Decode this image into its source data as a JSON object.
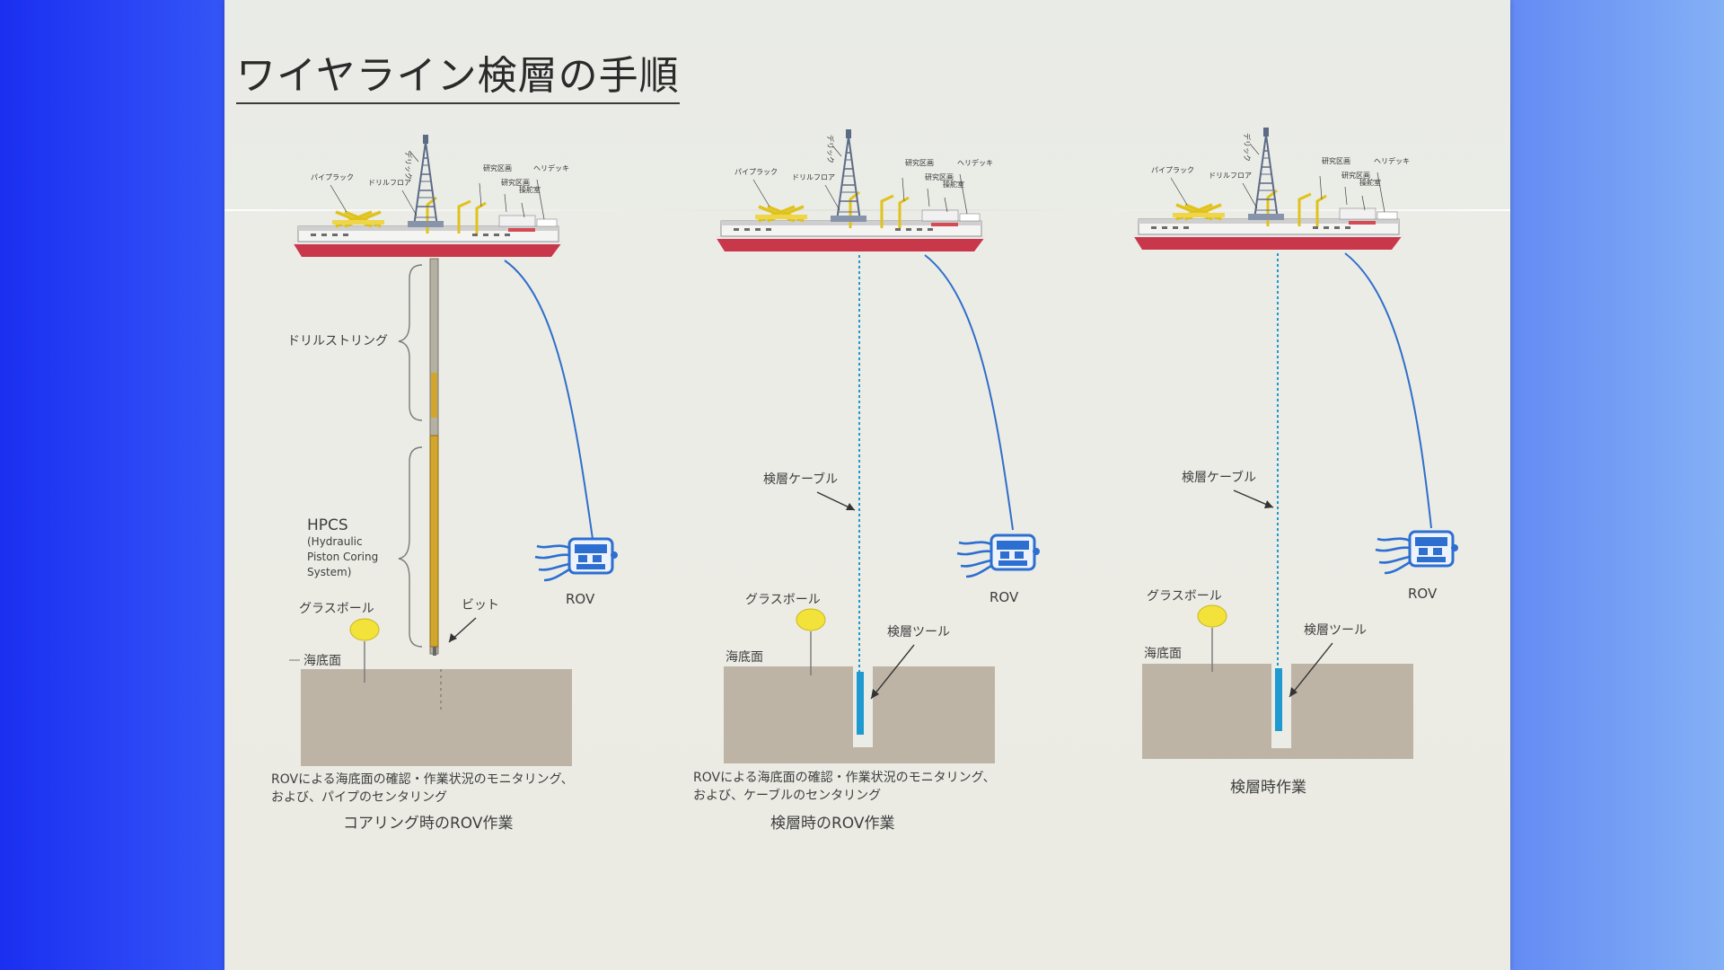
{
  "title": "ワイヤライン検層の手順",
  "colors": {
    "hull": "#c8384a",
    "seabed": "#bdb4a6",
    "logging_tool": "#1e9ad0",
    "glass_ball": "#f2e23a",
    "rov_cable": "#2f6fc9",
    "rov_body": "#2c6fd0",
    "drill_string_hpcs": "#d2a52c"
  },
  "ship_labels": {
    "derrick": "デリック",
    "pipe_rack": "パイプラック",
    "drill_floor": "ドリルフロア",
    "lab1": "研究区画",
    "lab2": "研究区画",
    "helideck": "ヘリデッキ",
    "bridge": "操舵室"
  },
  "panels": [
    {
      "rov": "ROV",
      "glass_ball": "グラスボール",
      "seafloor": "海底面",
      "drill_string": "ドリルストリング",
      "hpcs": "HPCS",
      "hpcs_desc": [
        "(Hydraulic",
        "Piston Coring",
        "System)"
      ],
      "bit": "ビット",
      "desc": [
        "ROVによる海底面の確認・作業状況のモニタリング、",
        "および、パイプのセンタリング"
      ],
      "caption": "コアリング時のROV作業"
    },
    {
      "rov": "ROV",
      "glass_ball": "グラスボール",
      "seafloor": "海底面",
      "cable": "検層ケーブル",
      "tool": "検層ツール",
      "desc": [
        "ROVによる海底面の確認・作業状況のモニタリング、",
        "および、ケーブルのセンタリング"
      ],
      "caption": "検層時のROV作業"
    },
    {
      "rov": "ROV",
      "glass_ball": "グラスボール",
      "seafloor": "海底面",
      "cable": "検層ケーブル",
      "tool": "検層ツール",
      "caption": "検層時作業"
    }
  ]
}
